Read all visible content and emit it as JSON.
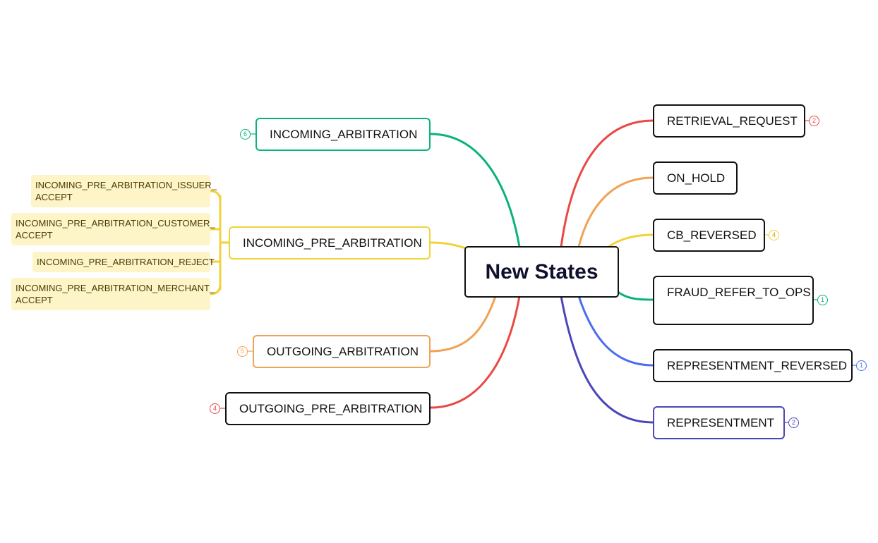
{
  "center": {
    "label": "New States"
  },
  "colors": {
    "green": "#0ab37b",
    "yellow": "#f2d23a",
    "orange": "#f0a257",
    "red": "#ea4845",
    "blue": "#4d6cf0",
    "indigo": "#4a47b8",
    "dark": "#111111",
    "leaf_bg": "#fdf4c8"
  },
  "left": [
    {
      "label": "INCOMING_ARBITRATION",
      "badge": "6"
    },
    {
      "label": "INCOMING_PRE_ARBITRATION",
      "children": [
        {
          "line1": "INCOMING_PRE_ARBITRATION_ISSUER_",
          "line2": "ACCEPT"
        },
        {
          "line1": "INCOMING_PRE_ARBITRATION_CUSTOMER_",
          "line2": "ACCEPT"
        },
        {
          "line1": "INCOMING_PRE_ARBITRATION_REJECT",
          "line2": ""
        },
        {
          "line1": "INCOMING_PRE_ARBITRATION_MERCHANT_",
          "line2": "ACCEPT"
        }
      ]
    },
    {
      "label": "OUTGOING_ARBITRATION",
      "badge": "5"
    },
    {
      "label": "OUTGOING_PRE_ARBITRATION",
      "badge": "4"
    }
  ],
  "right": [
    {
      "label": "RETRIEVAL_REQUEST",
      "badge": "2"
    },
    {
      "label": "ON_HOLD"
    },
    {
      "label": "CB_REVERSED",
      "badge": "4"
    },
    {
      "label": "FRAUD_REFER_TO_OPS",
      "badge": "1"
    },
    {
      "label": "REPRESENTMENT_REVERSED",
      "badge": "1"
    },
    {
      "label": "REPRESENTMENT",
      "badge": "2"
    }
  ]
}
